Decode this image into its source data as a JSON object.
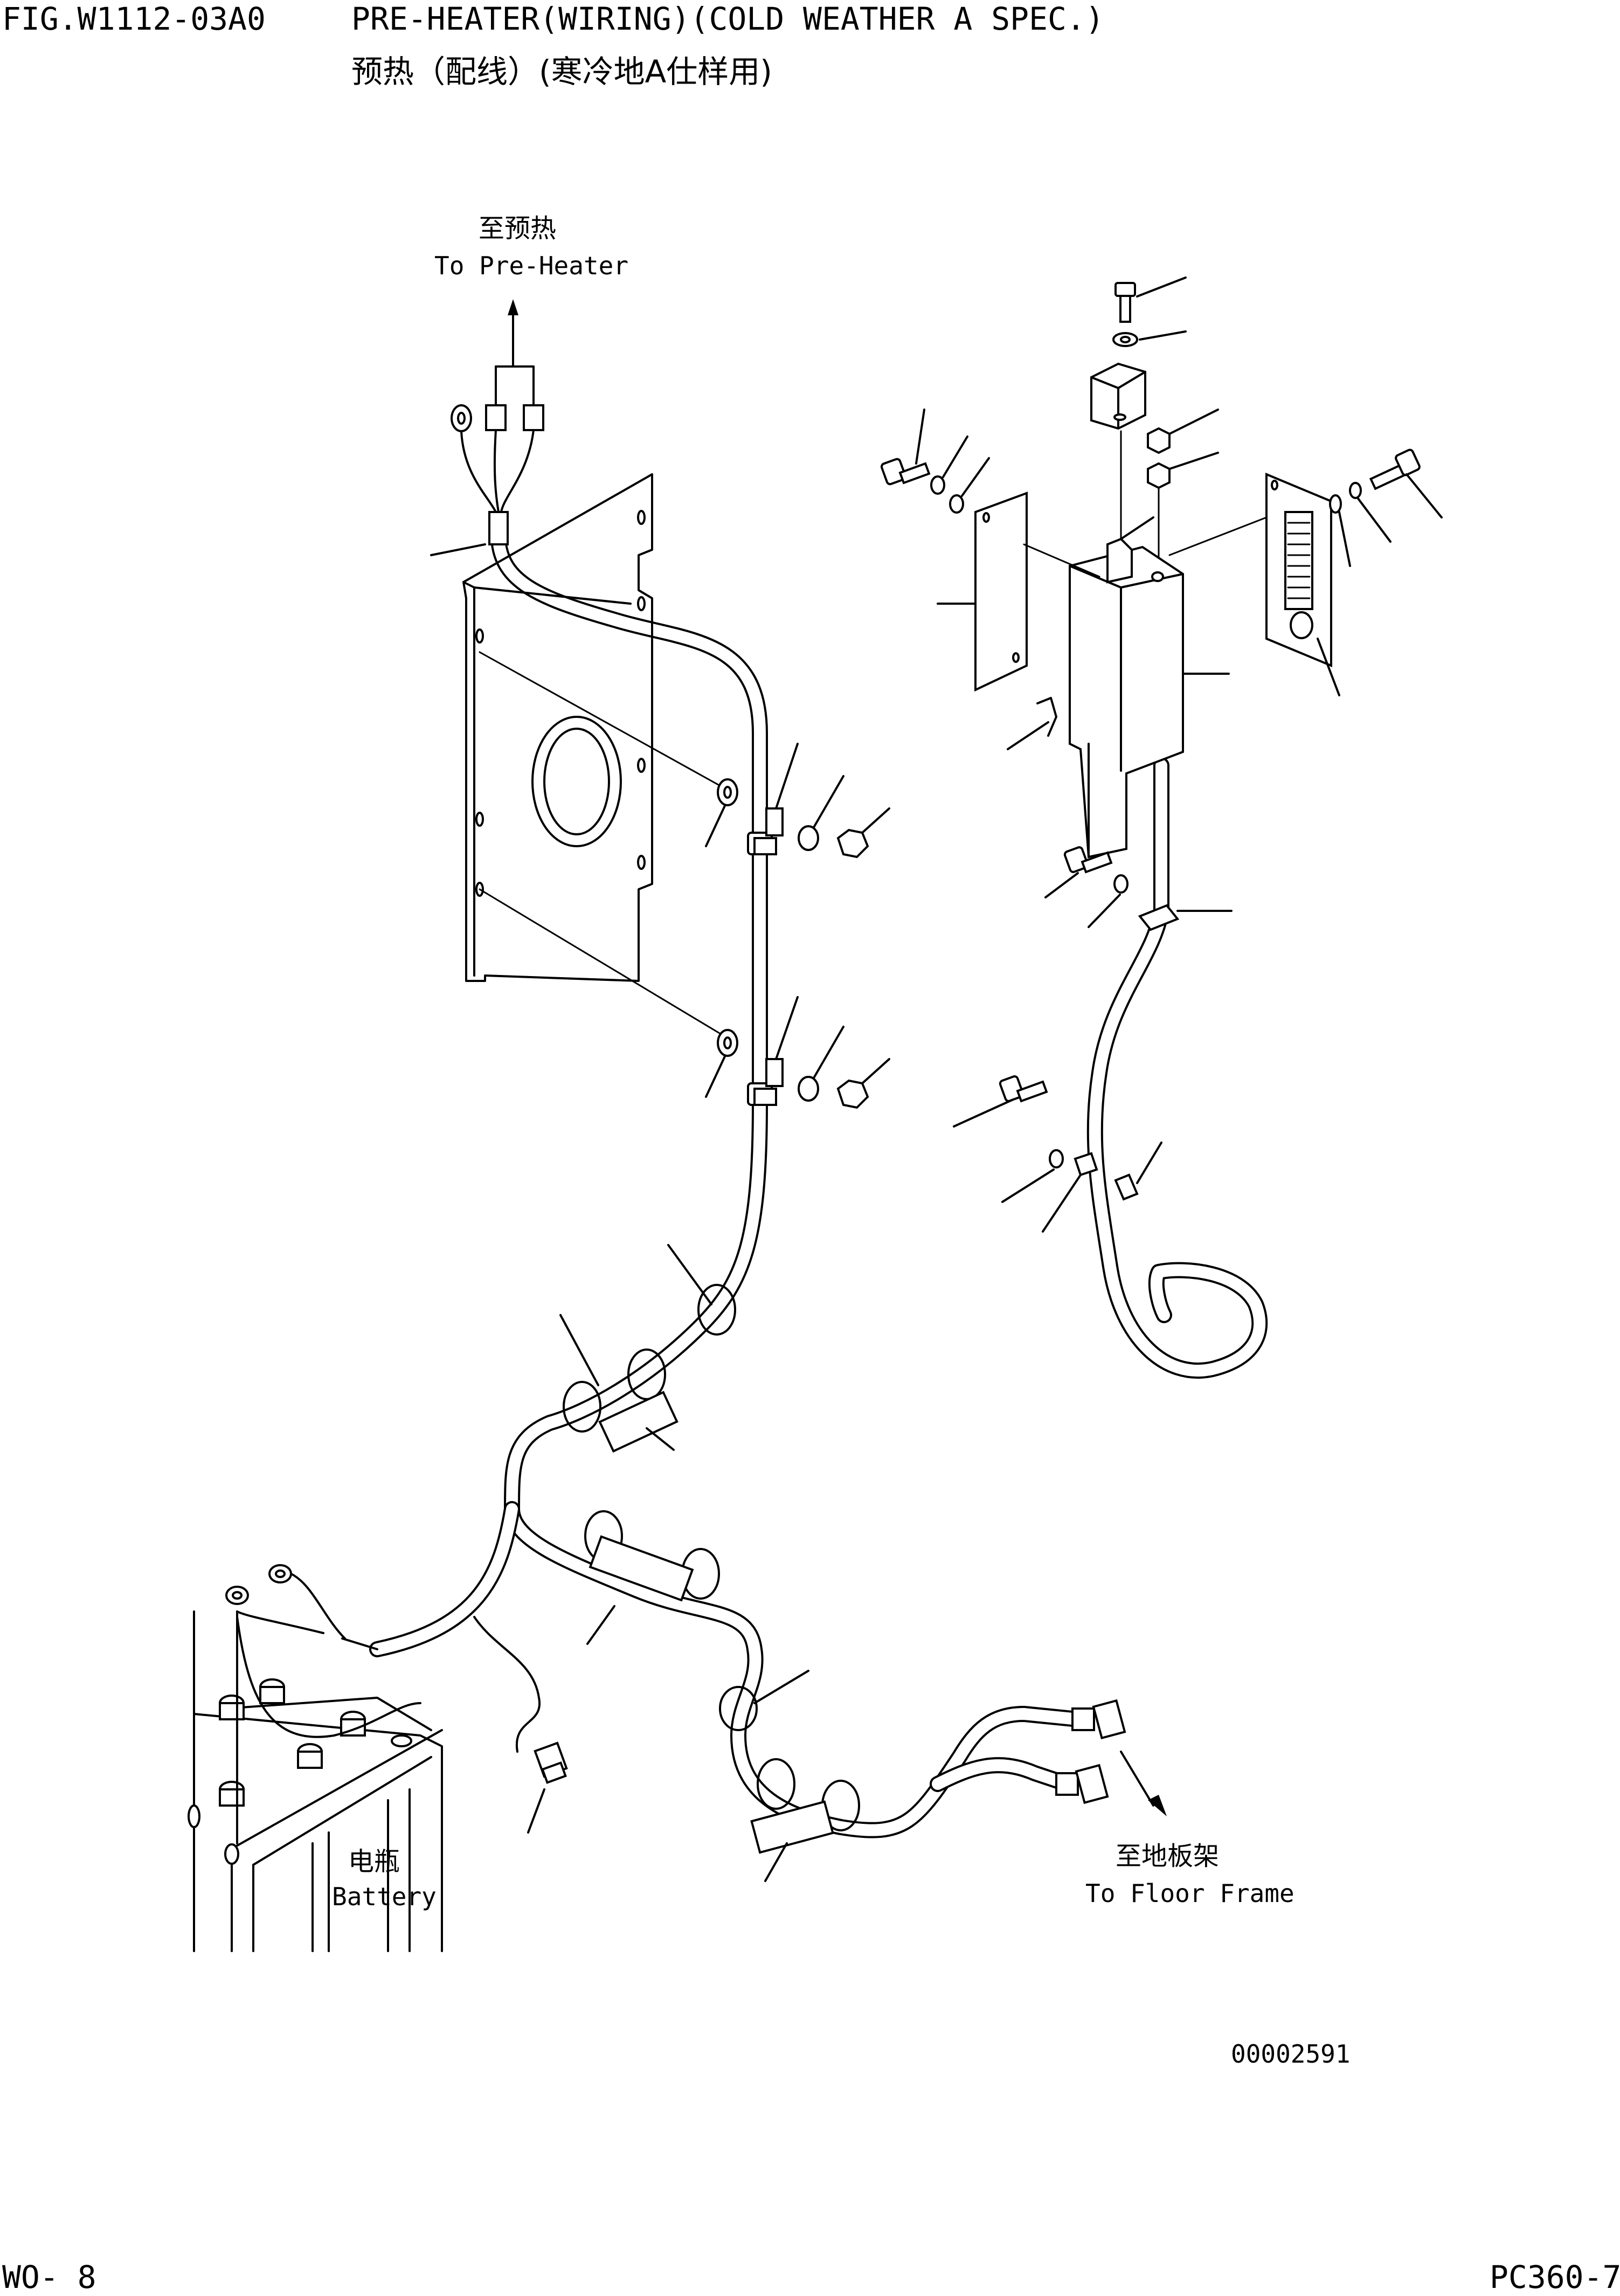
{
  "header": {
    "fig_no": "FIG.W1112-03A0",
    "title_en": "PRE-HEATER(WIRING)(COLD WEATHER A SPEC.)",
    "title_cn": "预热（配线）(寒冷地A仕样用)"
  },
  "labels": {
    "to_preheater_cn": "至预热",
    "to_preheater_en": "To Pre-Heater",
    "battery_cn": "电瓶",
    "battery_en": "Battery",
    "to_floor_cn": "至地板架",
    "to_floor_en": "To Floor Frame"
  },
  "drawing_no": "00002591",
  "footer": {
    "page": "WO-   8",
    "model": "PC360-7"
  }
}
